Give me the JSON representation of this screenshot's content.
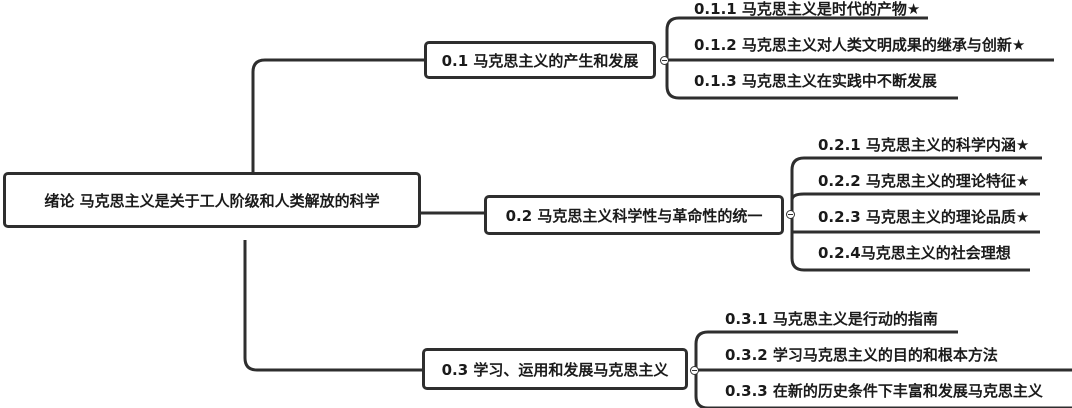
{
  "root": {
    "label": "绪论 马克思主义是关于工人阶级和人类解放的科学"
  },
  "branches": [
    {
      "label": "0.1 马克思主义的产生和发展",
      "children": [
        "0.1.1 马克思主义是时代的产物★",
        "0.1.2 马克思主义对人类文明成果的继承与创新★",
        "0.1.3 马克思主义在实践中不断发展"
      ]
    },
    {
      "label": "0.2 马克思主义科学性与革命性的统一",
      "children": [
        "0.2.1 马克思主义的科学内涵★",
        "0.2.2 马克思主义的理论特征★",
        "0.2.3 马克思主义的理论品质★",
        "0.2.4马克思主义的社会理想"
      ]
    },
    {
      "label": "0.3 学习、运用和发展马克思主义",
      "children": [
        "0.3.1 马克思主义是行动的指南",
        "0.3.2 学习马克思主义的目的和根本方法",
        "0.3.3 在新的历史条件下丰富和发展马克思主义"
      ]
    }
  ],
  "icons": {
    "collapse": "collapse-circle-icon"
  },
  "colors": {
    "line": "#2e2e2e"
  }
}
